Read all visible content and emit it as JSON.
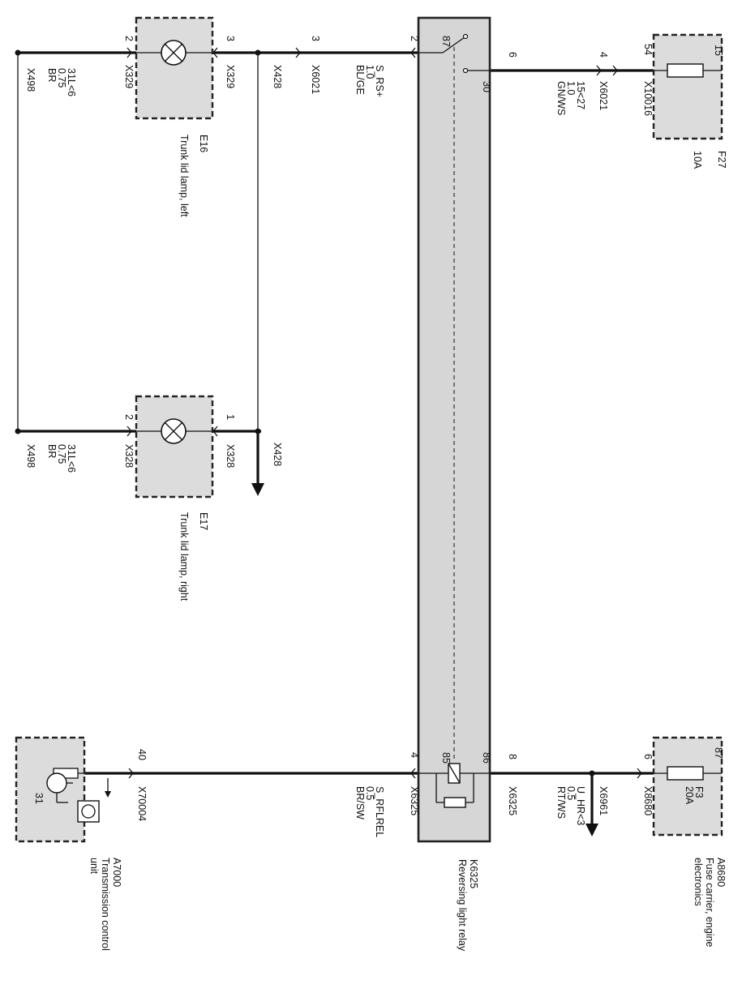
{
  "components": {
    "e16": {
      "id": "E16",
      "name": "Trunk lid lamp, left",
      "pin_left": "2",
      "pin_right": "3",
      "conn_left": "X329",
      "conn_right": "X329"
    },
    "e17": {
      "id": "E17",
      "name": "Trunk lid lamp, right",
      "pin_left": "2",
      "pin_right": "1",
      "conn_left": "X328",
      "conn_right": "X328"
    },
    "k6325": {
      "id": "K6325",
      "name": "Reversing light relay",
      "pin_87": "87",
      "pin_30": "30",
      "pin_85": "85",
      "pin_86": "86"
    },
    "f27": {
      "id": "F27",
      "rating": "10A",
      "pin": "15"
    },
    "a8680": {
      "id": "A8680",
      "name_line1": "Fuse carrier, engine",
      "name_line2": "electronics",
      "fuse": "F3",
      "rating": "20A",
      "pin": "87"
    },
    "a7000": {
      "id": "A7000",
      "name_line1": "Transmission control",
      "name_line2": "unit",
      "pin_ground": "31"
    }
  },
  "wires": {
    "w_top_left": {
      "conn": "X498",
      "signal": "31L<6",
      "size": "0.75",
      "color": "BR"
    },
    "w_top_mid": {
      "pin_a": "3",
      "pin_b": "2",
      "conn_a": "X428",
      "conn_b": "X6021",
      "signal": "S_RS+",
      "size": "1.0",
      "color": "BL/GE"
    },
    "w_top_right": {
      "pin_relay": "6",
      "pin_conn": "4",
      "pin_fuse": "54",
      "conn": "X6021",
      "conn_fuse": "X10016",
      "signal": "15<27",
      "size": "1.0",
      "color": "GN/WS"
    },
    "w_mid_left": {
      "conn": "X498",
      "signal": "31L<6",
      "size": "0.75",
      "color": "BR",
      "branch": "X428"
    },
    "w_bot_left": {
      "pin_tcu": "40",
      "pin_relay": "4",
      "conn_tcu": "X70004",
      "conn_relay": "X6325",
      "signal": "S_RFLREL",
      "size": "0.5",
      "color": "BR/SW"
    },
    "w_bot_right": {
      "pin_relay": "8",
      "pin_fuse": "6",
      "conn_relay": "X6325",
      "conn_branch": "X6961",
      "conn_fuse": "X8680",
      "signal": "U_HR<3",
      "size": "0.5",
      "color": "RT/WS"
    }
  }
}
